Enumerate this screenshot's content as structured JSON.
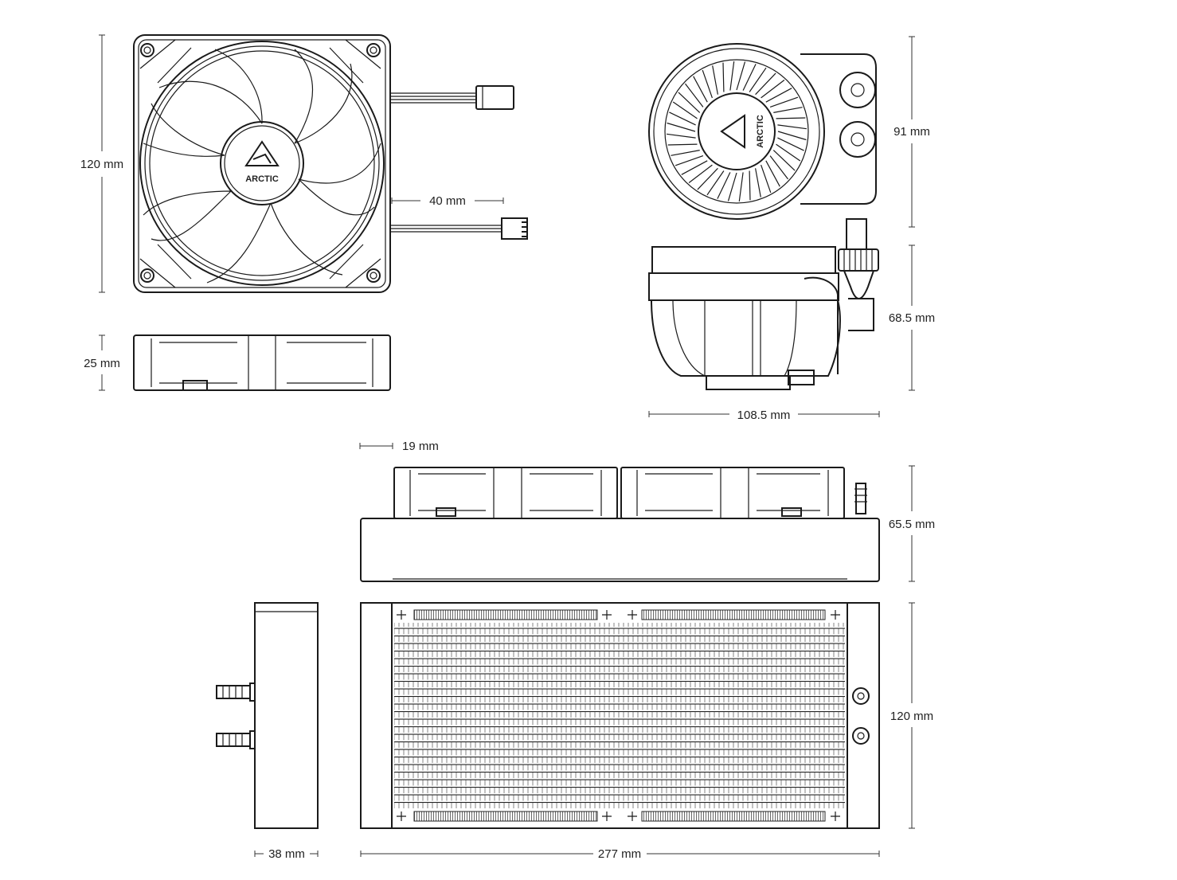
{
  "brand": "ARCTIC",
  "dimensions": {
    "fan_height": "120 mm",
    "cable_spacing": "40 mm",
    "fan_thickness": "25 mm",
    "pump_diameter": "91 mm",
    "pump_height": "68.5 mm",
    "pump_width": "108.5 mm",
    "fan_offset": "19 mm",
    "radiator_fan_thickness": "65.5 mm",
    "radiator_height": "120 mm",
    "radiator_depth": "38 mm",
    "radiator_length": "277 mm"
  },
  "colors": {
    "line": "#1a1a1a",
    "background": "#ffffff"
  }
}
